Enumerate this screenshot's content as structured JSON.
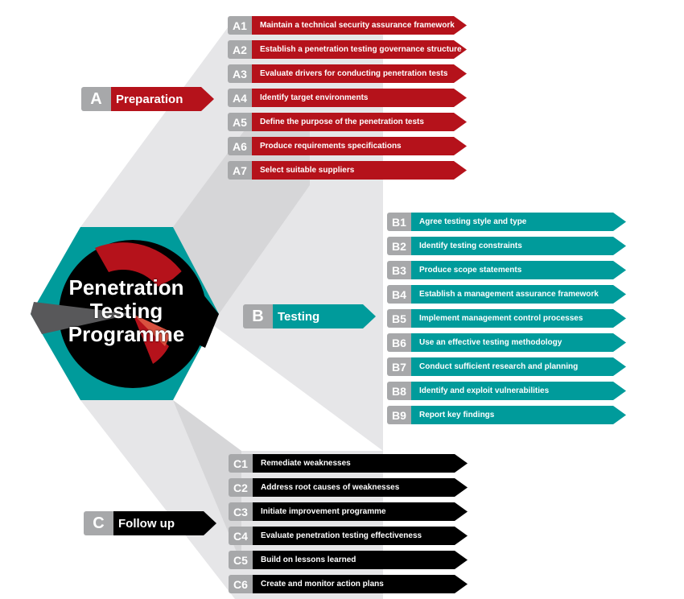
{
  "title": [
    "Penetration",
    "Testing",
    "Programme"
  ],
  "colors": {
    "preparation": "#b5121b",
    "testing": "#009b9b",
    "follow_up": "#000000",
    "badge": "#a7a8aa"
  },
  "sections": [
    {
      "letter": "A",
      "label": "Preparation",
      "items": [
        {
          "code": "A1",
          "text": "Maintain a technical security assurance framework"
        },
        {
          "code": "A2",
          "text": "Establish a penetration testing governance structure"
        },
        {
          "code": "A3",
          "text": "Evaluate drivers for conducting penetration tests"
        },
        {
          "code": "A4",
          "text": "Identify target environments"
        },
        {
          "code": "A5",
          "text": "Define the purpose of the penetration tests"
        },
        {
          "code": "A6",
          "text": "Produce requirements specifications"
        },
        {
          "code": "A7",
          "text": "Select suitable suppliers"
        }
      ]
    },
    {
      "letter": "B",
      "label": "Testing",
      "items": [
        {
          "code": "B1",
          "text": "Agree testing style and type"
        },
        {
          "code": "B2",
          "text": "Identify testing constraints"
        },
        {
          "code": "B3",
          "text": "Produce scope statements"
        },
        {
          "code": "B4",
          "text": "Establish a management assurance framework"
        },
        {
          "code": "B5",
          "text": "Implement management control processes"
        },
        {
          "code": "B6",
          "text": "Use an effective testing methodology"
        },
        {
          "code": "B7",
          "text": "Conduct sufficient research and planning"
        },
        {
          "code": "B8",
          "text": "Identify and exploit vulnerabilities"
        },
        {
          "code": "B9",
          "text": "Report key findings"
        }
      ]
    },
    {
      "letter": "C",
      "label": "Follow up",
      "items": [
        {
          "code": "C1",
          "text": "Remediate weaknesses"
        },
        {
          "code": "C2",
          "text": "Address root causes of weaknesses"
        },
        {
          "code": "C3",
          "text": "Initiate improvement programme"
        },
        {
          "code": "C4",
          "text": "Evaluate penetration testing effectiveness"
        },
        {
          "code": "C5",
          "text": "Build on lessons learned"
        },
        {
          "code": "C6",
          "text": "Create and monitor action plans"
        }
      ]
    }
  ]
}
